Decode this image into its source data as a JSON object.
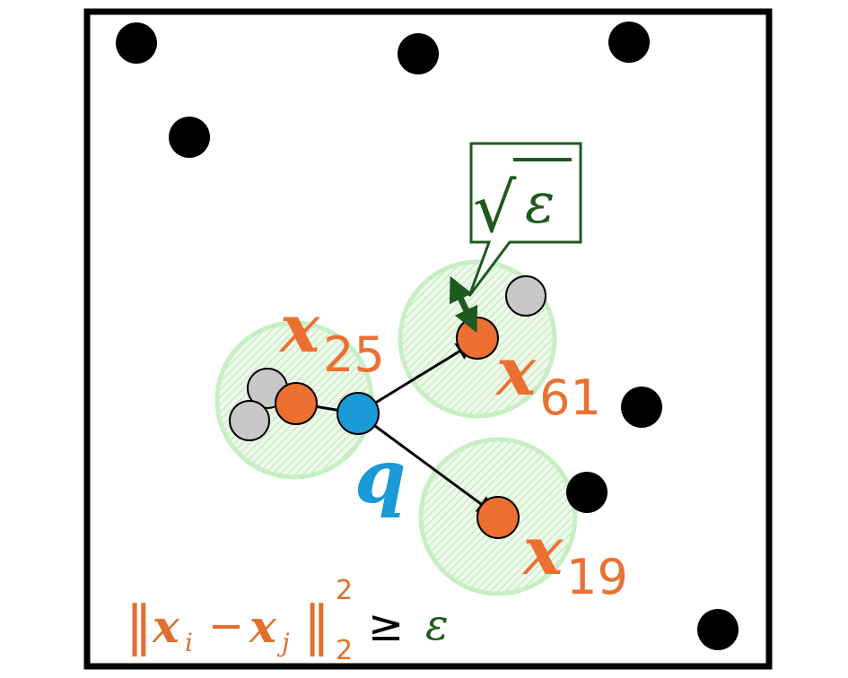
{
  "colors": {
    "frame": "#000000",
    "point": "#000000",
    "query": "#1a9ad6",
    "neighbor": "#ec7031",
    "near_dup": "#c8c8c8",
    "ball_fill": "#e7f7e5",
    "ball_edge": "#c7efc3",
    "callout": "#1e5a1e",
    "formula_orange": "#e0702c",
    "formula_green": "#1e5a1e"
  },
  "labels": {
    "query": "q",
    "x25": {
      "base": "x",
      "sub": "25"
    },
    "x61": {
      "base": "x",
      "sub": "61"
    },
    "x19": {
      "base": "x",
      "sub": "19"
    },
    "epsilon_callout": {
      "radical": "√",
      "symbol": "ε"
    }
  },
  "formula": {
    "open_norm": "‖",
    "xi": "x",
    "i": "i",
    "minus": "−",
    "xj": "x",
    "j": "j",
    "close_norm": "‖",
    "sub2": "2",
    "sup2": "2",
    "geq": "≥",
    "eps": "ε"
  }
}
